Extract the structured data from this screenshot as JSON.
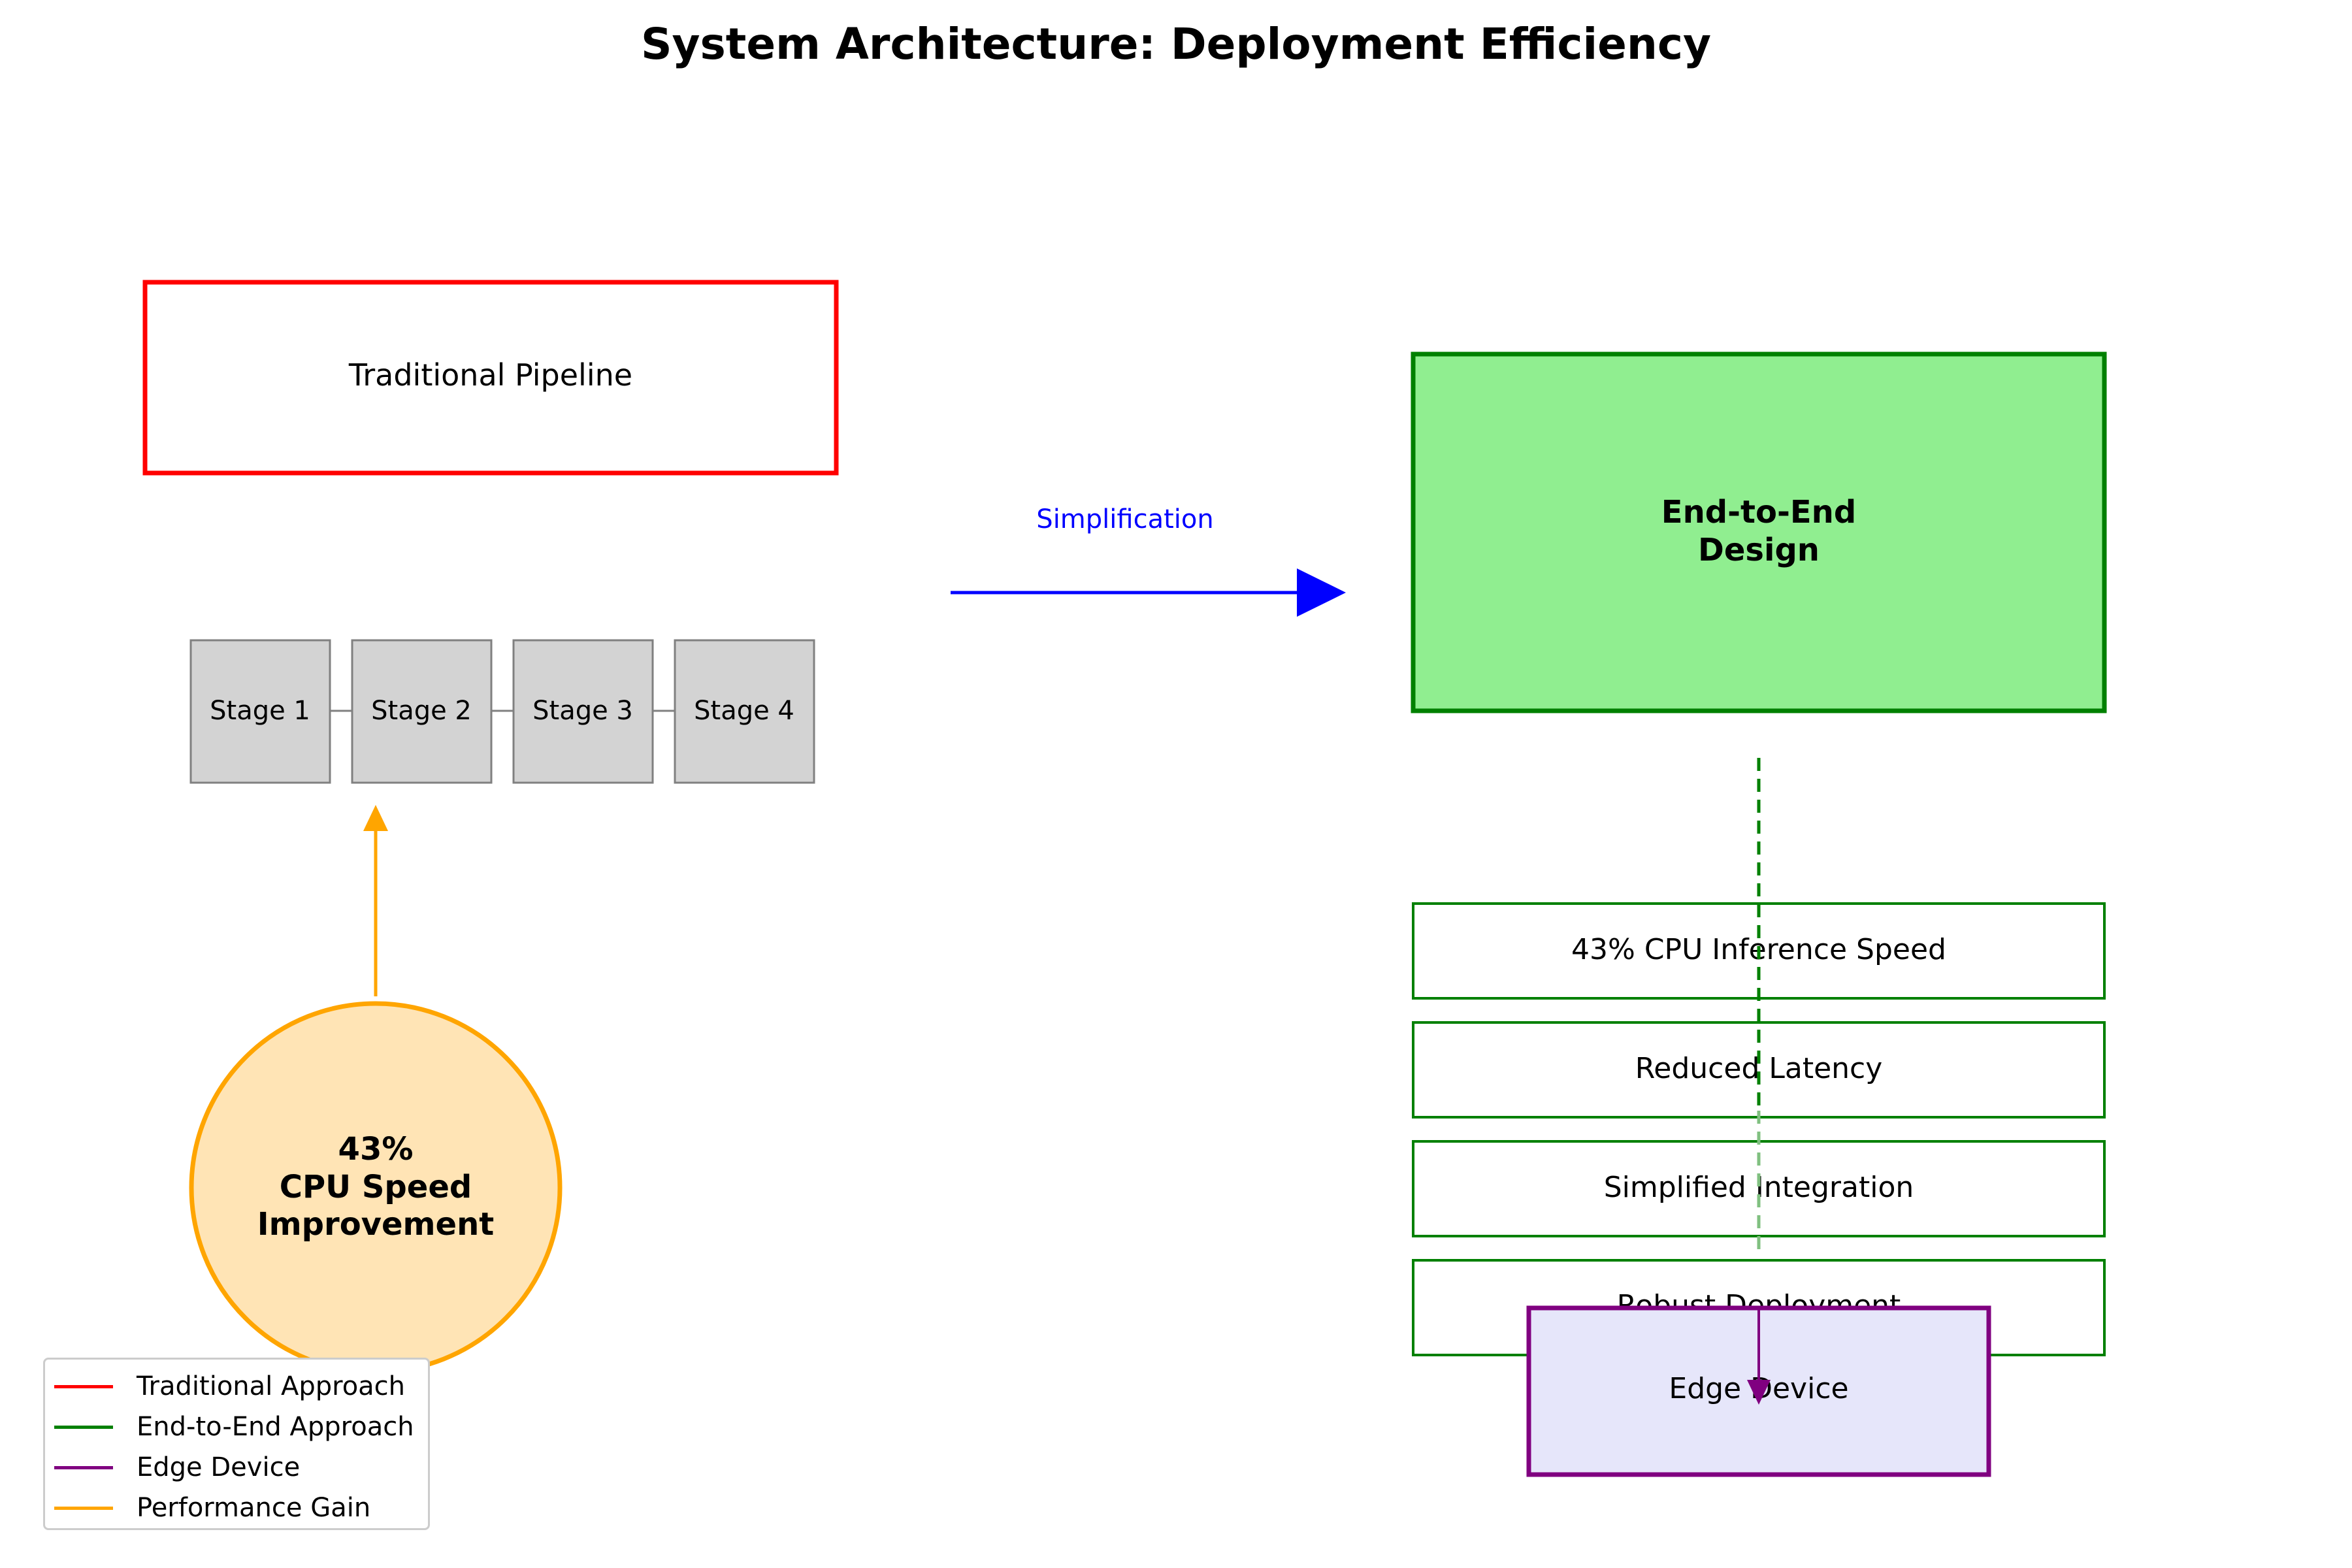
{
  "title": "System Architecture: Deployment Efficiency",
  "traditional": {
    "label": "Traditional Pipeline",
    "color": "#ff0000"
  },
  "stages": [
    "Stage 1",
    "Stage 2",
    "Stage 3",
    "Stage 4"
  ],
  "stage_style": {
    "fill": "#d3d3d3",
    "stroke": "#808080"
  },
  "simplification": {
    "label": "Simplification",
    "color": "#0000ff"
  },
  "end_to_end": {
    "label_lines": [
      "End-to-End",
      "Design"
    ],
    "fill": "#90ee90",
    "stroke": "#008000"
  },
  "benefits": [
    "43% CPU Inference Speed",
    "Reduced Latency",
    "Simplified Integration",
    "Robust Deployment"
  ],
  "edge_device": {
    "label": "Edge Device",
    "fill": "#e6e6fa",
    "stroke": "#800080"
  },
  "performance": {
    "label_lines": [
      "43%",
      "CPU Speed",
      "Improvement"
    ],
    "fill": "#ffe4b5",
    "stroke": "#ffa500"
  },
  "legend": [
    {
      "label": "Traditional Approach",
      "color": "#ff0000"
    },
    {
      "label": "End-to-End Approach",
      "color": "#008000"
    },
    {
      "label": "Edge Device",
      "color": "#800080"
    },
    {
      "label": "Performance Gain",
      "color": "#ffa500"
    }
  ]
}
